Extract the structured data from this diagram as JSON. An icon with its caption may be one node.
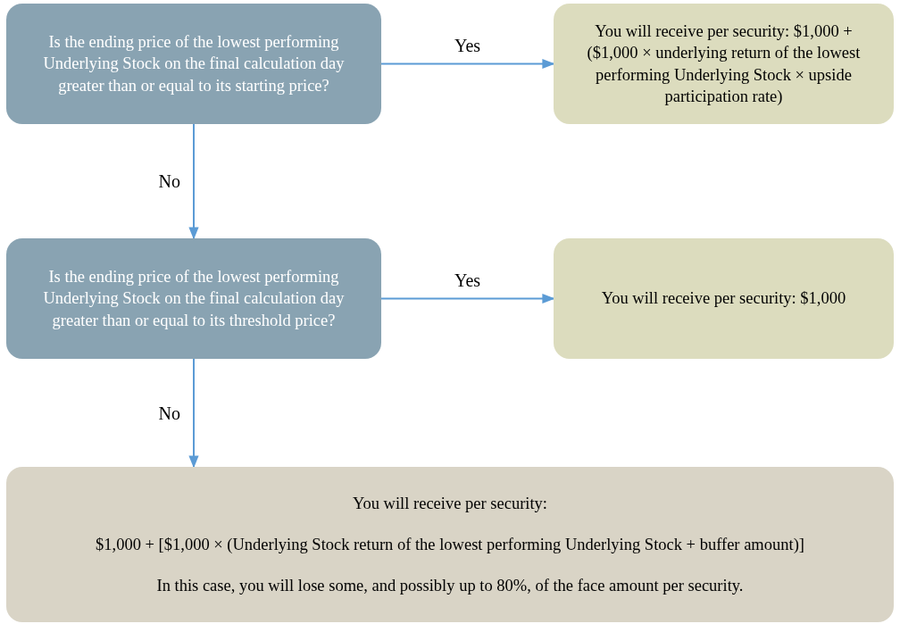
{
  "diagram": {
    "nodes": [
      {
        "text": [
          "Is the ending price of the lowest performing Underlying Stock on the final calculation day greater than or equal to its starting price?"
        ]
      },
      {
        "text": [
          "You will receive per security: $1,000 + ($1,000 × underlying return of the lowest performing Underlying Stock × upside participation rate)"
        ]
      },
      {
        "text": [
          "Is the ending price of the lowest performing Underlying Stock on the final calculation day greater than or equal to its threshold price?"
        ]
      },
      {
        "text": [
          "You will receive per security: $1,000"
        ]
      },
      {
        "text": [
          "You will receive per security:",
          "$1,000 + [$1,000 × (Underlying Stock return of the lowest performing Underlying Stock + buffer amount)]",
          "In this case, you will lose some, and possibly up to 80%, of the face amount per security."
        ]
      }
    ],
    "edges": [
      {
        "from": 0,
        "to": 1,
        "arrow": "to",
        "label": "Yes"
      },
      {
        "from": 0,
        "to": 2,
        "arrow": "to",
        "label": "No"
      },
      {
        "from": 2,
        "to": 3,
        "arrow": "to",
        "label": "Yes"
      },
      {
        "from": 2,
        "to": 4,
        "arrow": "to",
        "label": "No"
      }
    ]
  }
}
